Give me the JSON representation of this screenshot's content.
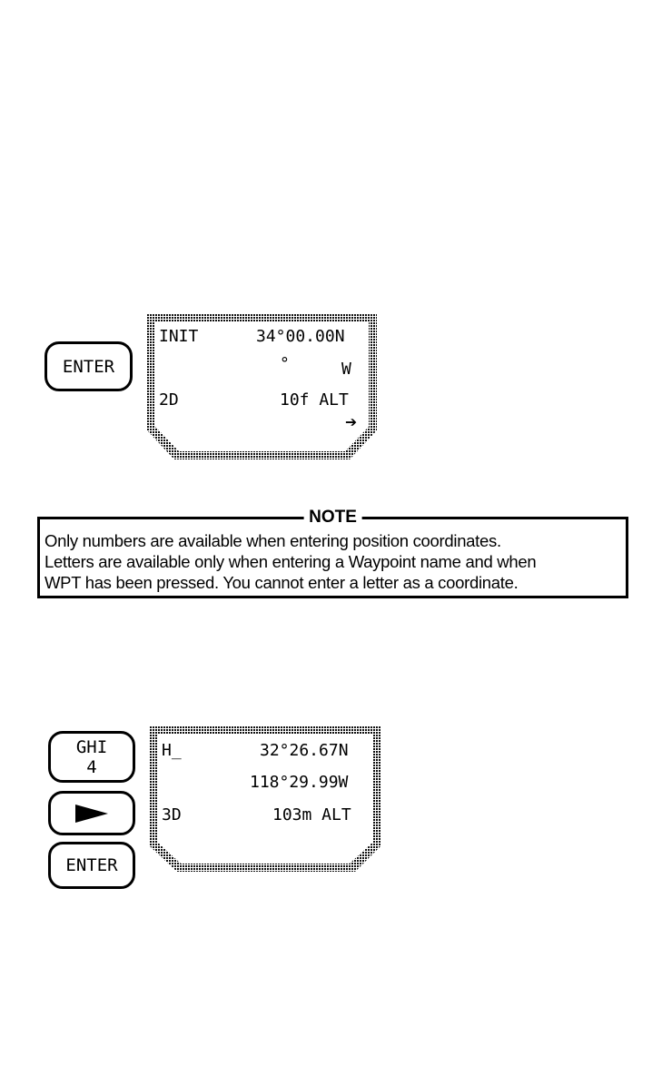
{
  "figure1": {
    "enter_key": "ENTER",
    "screen": {
      "row1_left": "INIT",
      "row1_right": "34°00.00N",
      "row2_deg": "°",
      "row2_right": "W",
      "row3_left": "2D",
      "row3_right": "10f ALT",
      "row4_arrow": "➔"
    }
  },
  "note": {
    "title": "NOTE",
    "lines": [
      "Only numbers are available when entering position coordinates.",
      "Letters are available only when entering a Waypoint name and when",
      "WPT has been pressed. You cannot enter a letter as a coordinate."
    ]
  },
  "figure2": {
    "ghi_key": {
      "top": "GHI",
      "bottom": "4"
    },
    "right_arrow_key": "right-triangle-icon",
    "enter_key": "ENTER",
    "screen": {
      "row1_left": "H_",
      "row1_right": "32°26.67N",
      "row2_right": "118°29.99W",
      "row3_left": "3D",
      "row3_right": "103m ALT"
    }
  }
}
